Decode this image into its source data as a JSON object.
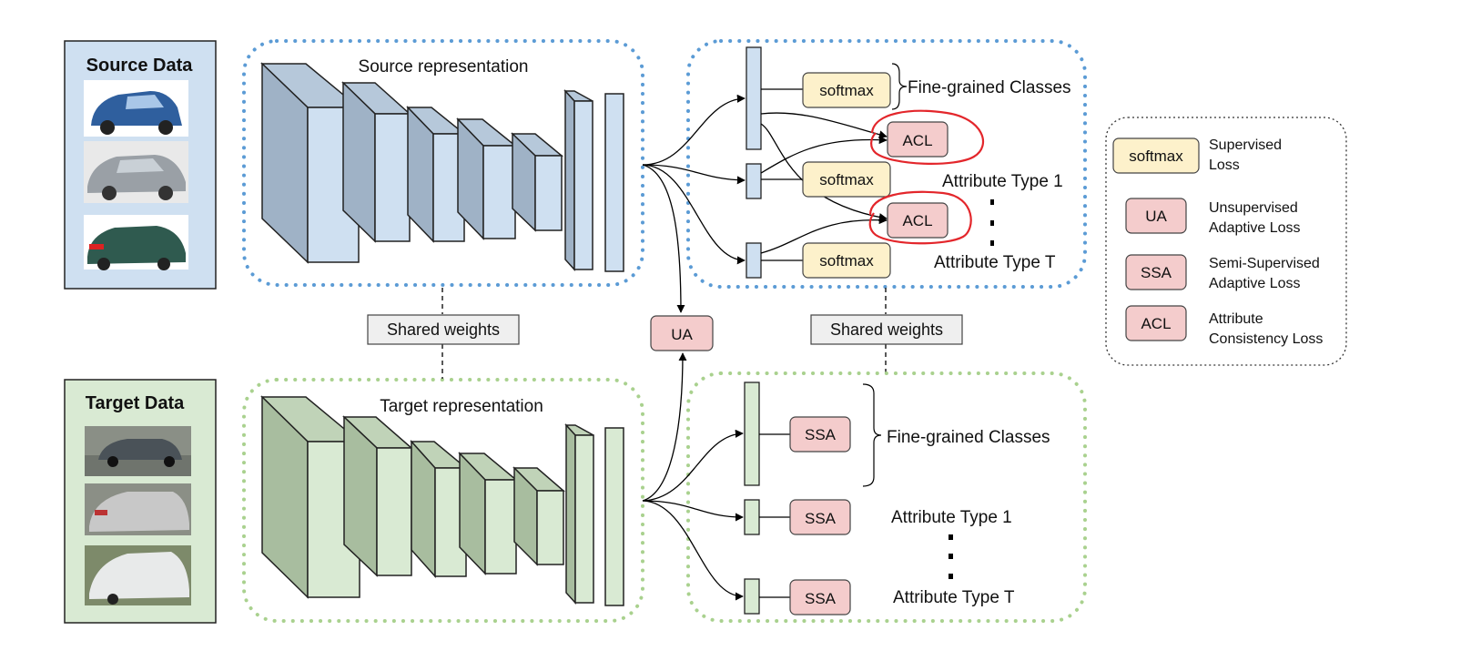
{
  "source_panel": {
    "title": "Source Data",
    "images": [
      "blue-hatchback-car-photo",
      "silver-sedan-car-photo",
      "green-sedan-rear-car-photo"
    ]
  },
  "target_panel": {
    "title": "Target Data",
    "images": [
      "street-view-car-photo-1",
      "street-view-car-photo-2",
      "street-view-car-photo-3"
    ]
  },
  "source_representation": {
    "label": "Source representation"
  },
  "target_representation": {
    "label": "Target representation"
  },
  "shared_weights": {
    "left": "Shared weights",
    "right": "Shared weights"
  },
  "ua_label": "UA",
  "source_heads": {
    "softmax_1": "softmax",
    "softmax_2": "softmax",
    "softmax_3": "softmax",
    "acl_1": "ACL",
    "acl_2": "ACL",
    "fine_grained": "Fine-grained Classes",
    "attr_1": "Attribute Type 1",
    "attr_t": "Attribute Type T"
  },
  "target_heads": {
    "ssa_1": "SSA",
    "ssa_2": "SSA",
    "ssa_3": "SSA",
    "fine_grained": "Fine-grained Classes",
    "attr_1": "Attribute Type 1",
    "attr_t": "Attribute Type T"
  },
  "legend": {
    "items": [
      {
        "tag": "softmax",
        "text_1": "Supervised",
        "text_2": "Loss"
      },
      {
        "tag": "UA",
        "text_1": "Unsupervised",
        "text_2": "Adaptive Loss"
      },
      {
        "tag": "SSA",
        "text_1": "Semi-Supervised",
        "text_2": "Adaptive Loss"
      },
      {
        "tag": "ACL",
        "text_1": "Attribute",
        "text_2": "Consistency Loss"
      }
    ]
  },
  "colors": {
    "blue_panel": "#cfe0f1",
    "green_panel": "#d9ead3",
    "yellow_box": "#fdf1cb",
    "pink_box": "#f4cccc",
    "blue_dots": "#5b9bd5",
    "green_dots": "#a9d18e",
    "red_circle": "#e3262b"
  }
}
